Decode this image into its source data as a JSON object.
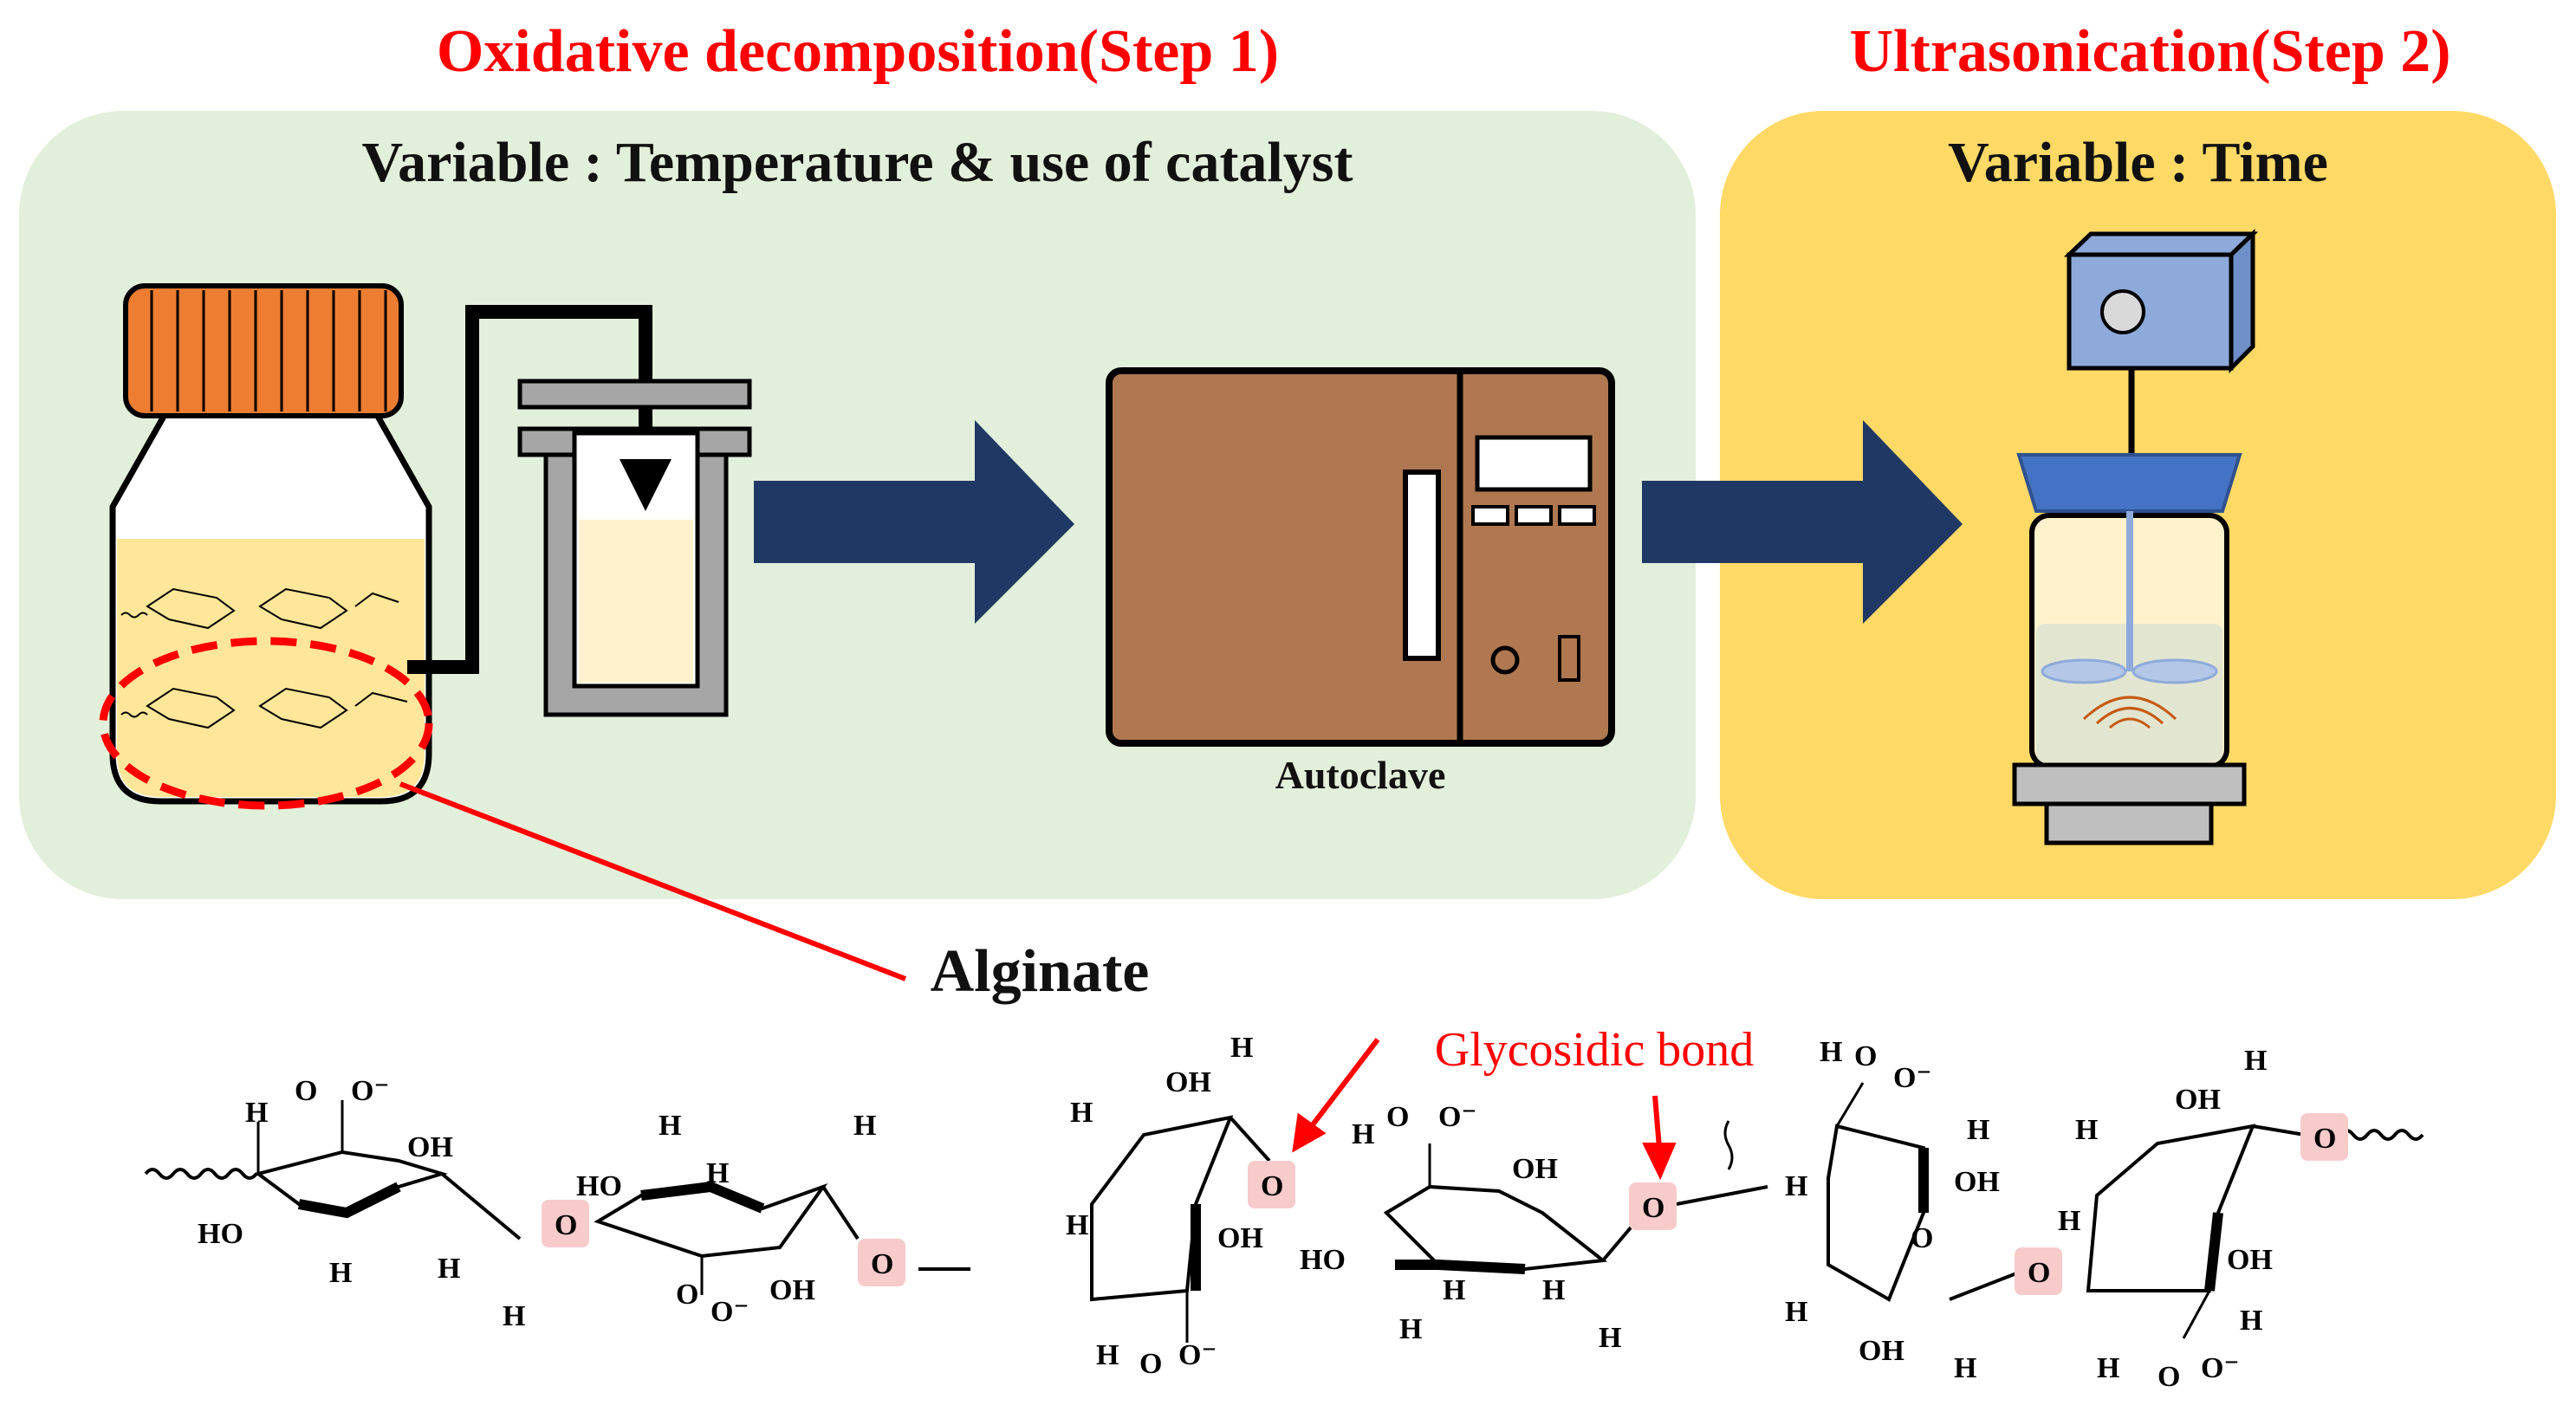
{
  "step1": {
    "title": "Oxidative decomposition(Step 1)",
    "variable": "Variable : Temperature & use of catalyst",
    "autoclave_label": "Autoclave"
  },
  "step2": {
    "title": "Ultrasonication(Step 2)",
    "variable": "Variable : Time"
  },
  "structure": {
    "alginate_label": "Alginate",
    "bond_label": "Glycosidic bond",
    "ring_atom_labels": [
      "H",
      "O",
      "O⁻",
      "OH",
      "HO",
      "O"
    ]
  },
  "colors": {
    "title_red": "#ff0000",
    "step1_panel": "#e2efda",
    "step2_panel": "#ffd966",
    "arrow_navy": "#203864",
    "autoclave_brown": "#b07850",
    "bottle_cap_orange": "#ed7d31",
    "sonicator_blue": "#8eaadb",
    "highlight_pink": "#f8cbcb"
  }
}
